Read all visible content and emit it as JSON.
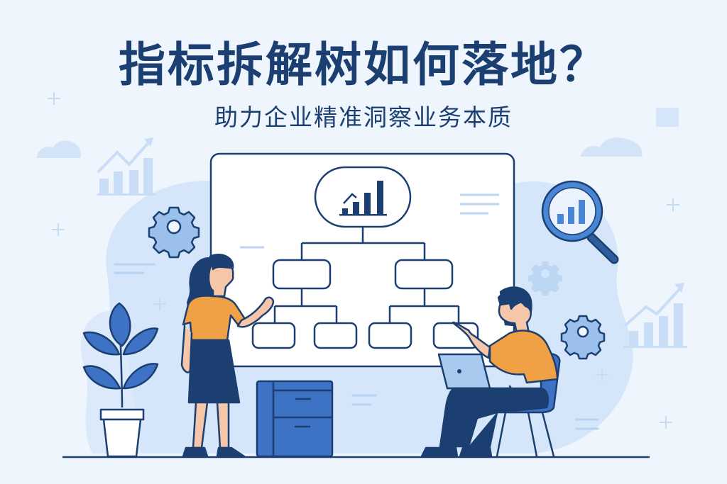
{
  "header": {
    "title": "指标拆解树如何落地？",
    "subtitle": "助力企业精准洞察业务本质"
  },
  "illustration": {
    "scene": "two people discussing a metric decomposition tree on a whiteboard",
    "whiteboard": {
      "root_node_icon": "bar-chart-trend-icon",
      "level1_nodes": 2,
      "level2_nodes": 4
    },
    "decorations": [
      "gear-icon",
      "magnifier-chart-icon",
      "growth-chart-icon",
      "cloud",
      "plant",
      "cabinet",
      "laptop",
      "chair"
    ]
  },
  "colors": {
    "background": "#eef5fd",
    "blob": "#d5e6fa",
    "navy": "#1c3f72",
    "blue": "#4a7fcf",
    "light_blue": "#a9c9ef",
    "orange": "#f0a045",
    "skin": "#f6c6a8"
  }
}
